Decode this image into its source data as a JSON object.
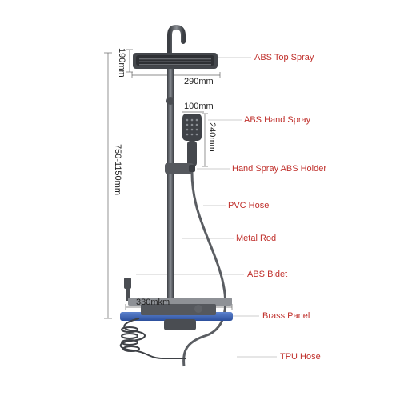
{
  "callouts": {
    "top_spray": "ABS Top Spray",
    "hand_spray": "ABS Hand Spray",
    "holder": "Hand Spray ABS Holder",
    "pvc_hose": "PVC Hose",
    "metal_rod": "Metal Rod",
    "bidet": "ABS Bidet",
    "brass_panel": "Brass Panel",
    "tpu_hose": "TPU Hose"
  },
  "dimensions": {
    "top_spray_height": "190mm",
    "top_spray_width": "290mm",
    "hand_spray_width": "100mm",
    "hand_spray_height": "240mm",
    "total_height": "750-1150mm",
    "panel_width": "330mkm"
  },
  "colors": {
    "callout_text": "#c0302c",
    "metal": "#4a4d52",
    "panel_glass": "#3a62b4"
  }
}
